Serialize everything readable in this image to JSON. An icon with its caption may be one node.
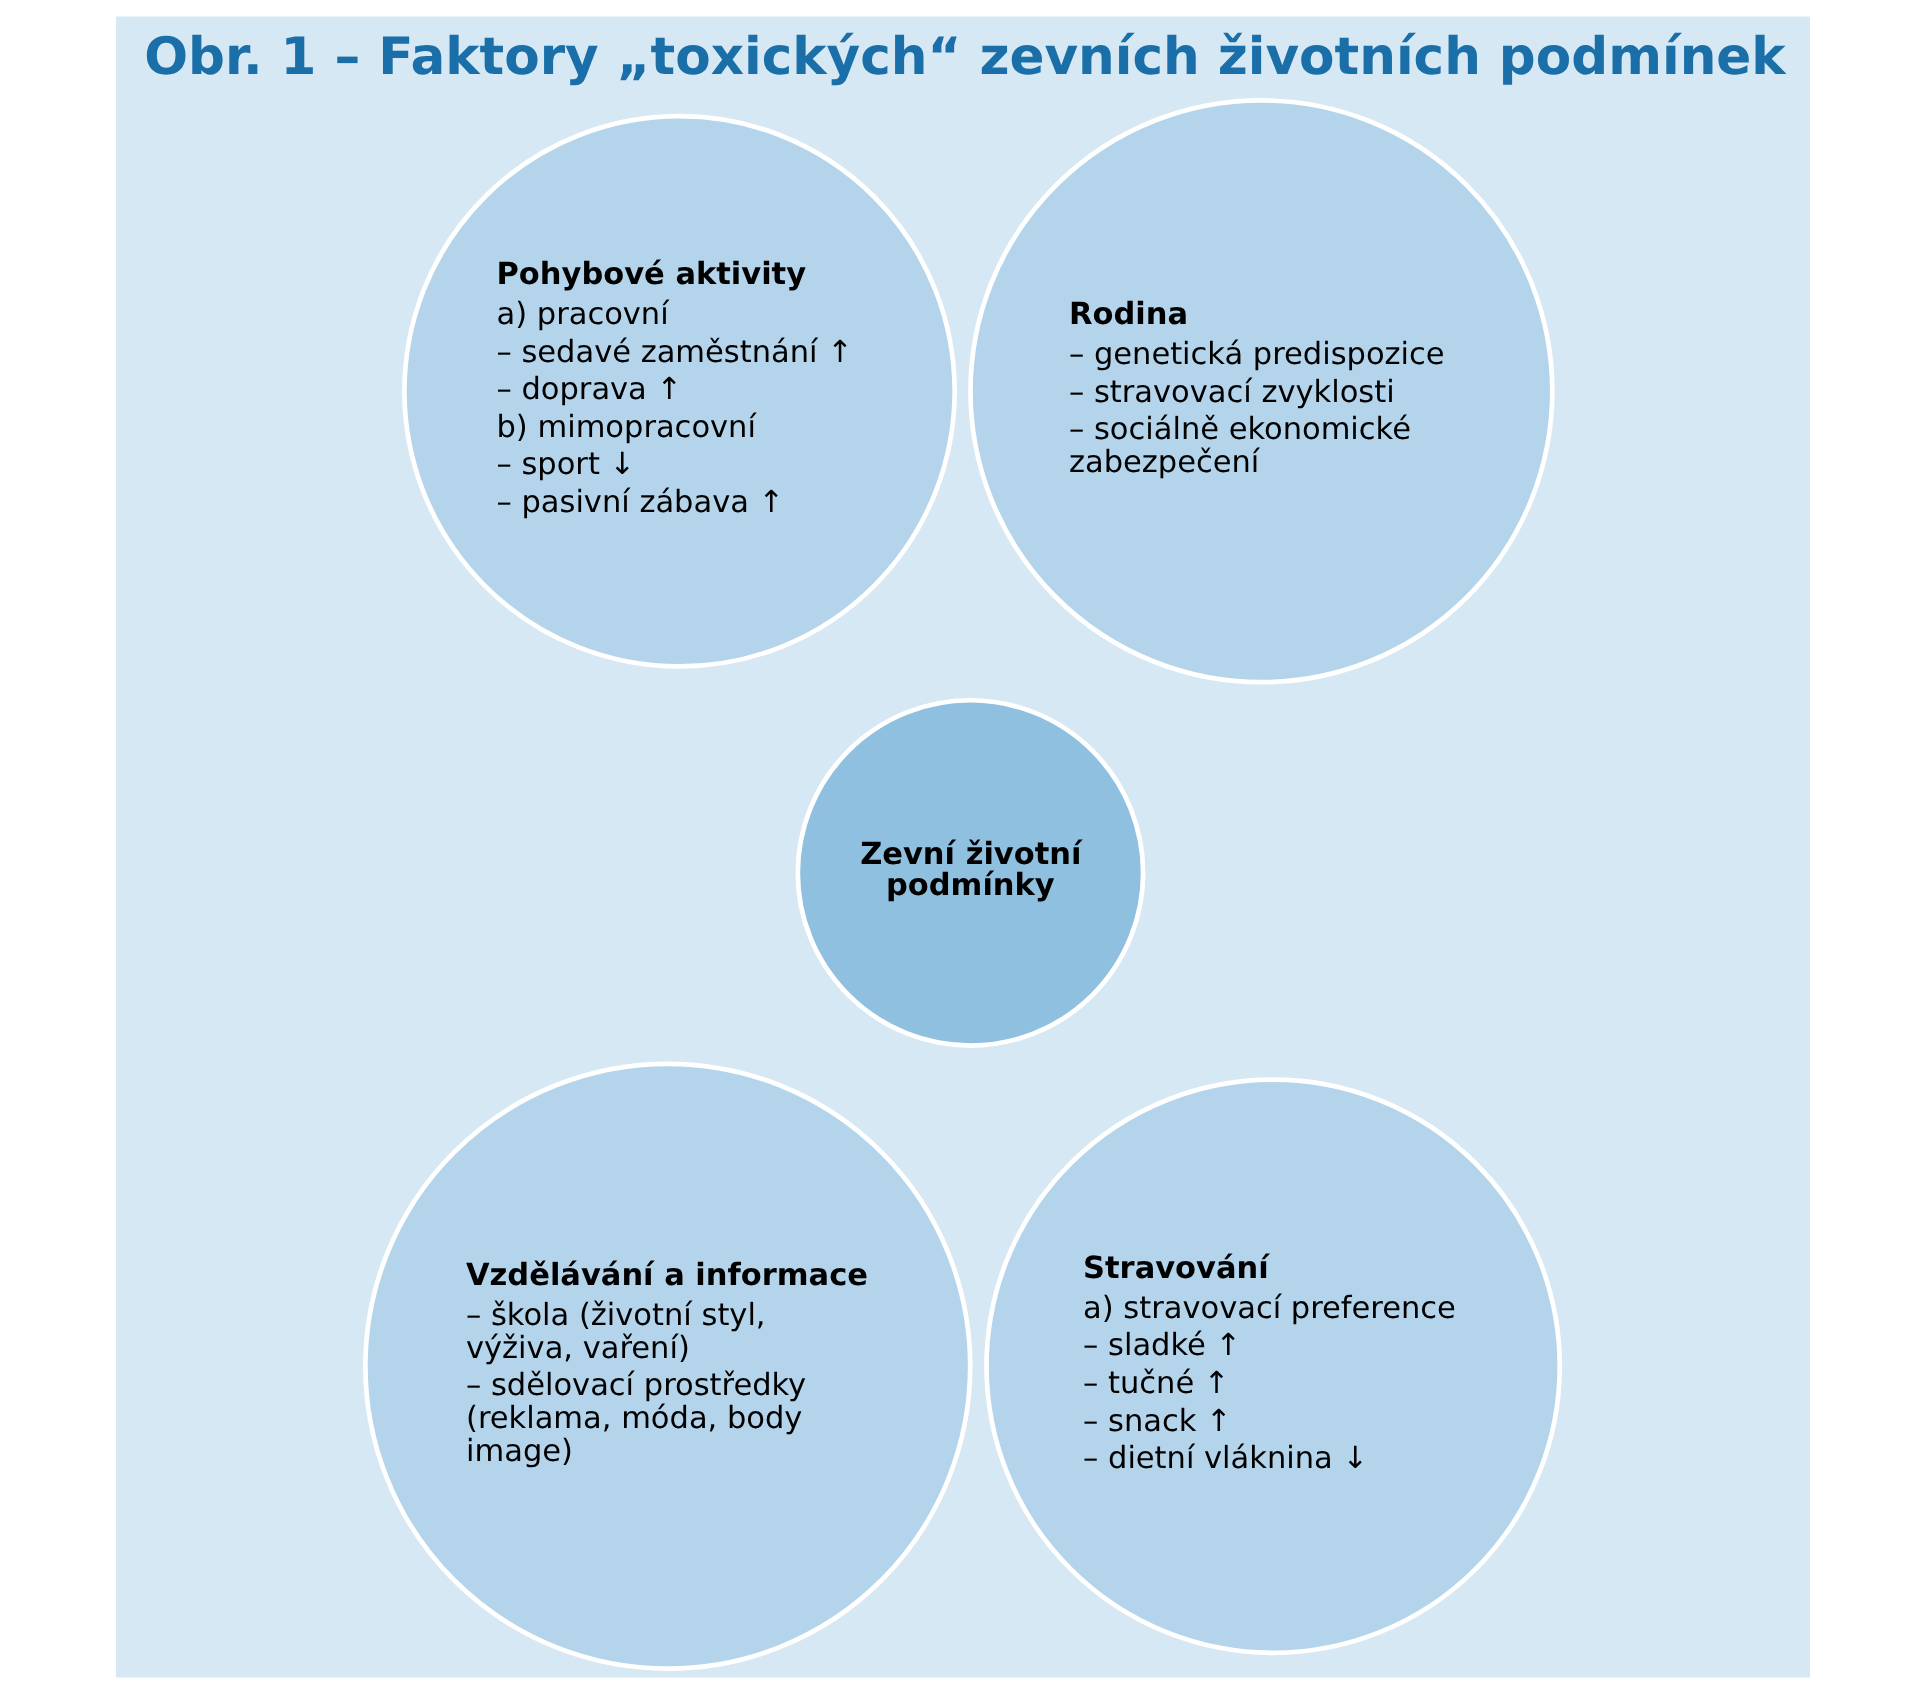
{
  "diagram": {
    "title": "Obr. 1 – Faktory „toxických“ zevních životních podmínek",
    "nodes": [
      {
        "text": [
          "Pohybové aktivity",
          "a) pracovní",
          "– sedavé zaměstnání ↑",
          "– doprava ↑",
          "b) mimopracovní",
          "– sport ↓",
          "– pasivní zábava ↑"
        ]
      },
      {
        "text": [
          "Rodina",
          "– genetická predispozice",
          "– stravovací zvyklosti",
          "– sociálně ekonomické zabezpečení"
        ]
      },
      {
        "text": [
          "Zevní životní podmínky"
        ]
      },
      {
        "text": [
          "Vzdělávání a informace",
          "– škola (životní styl, výživa, vaření)",
          "– sdělovací prostředky (reklama, móda, body image)"
        ]
      },
      {
        "text": [
          "Stravování",
          "a) stravovací preference",
          "– sladké ↑",
          "– tučné ↑",
          "– snack ↑",
          "– dietní vláknina ↓"
        ]
      }
    ],
    "edges": []
  }
}
